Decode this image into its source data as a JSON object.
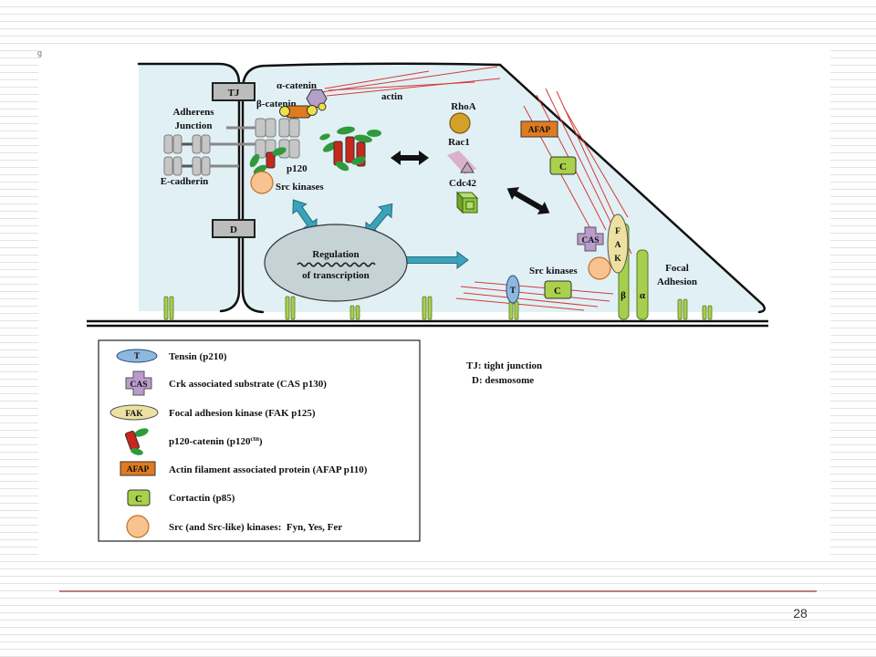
{
  "slide": {
    "corner_fragment": "g",
    "page_number": "28",
    "colors": {
      "footer_rule": "#a63434"
    }
  },
  "diagram": {
    "junctions": {
      "tight_junction": "TJ",
      "desmosome": "D",
      "adherens_junction": [
        "Adherens",
        "Junction"
      ],
      "e_cadherin": "E-cadherin",
      "alpha_catenin": "α-catenin",
      "beta_catenin": "β-catenin",
      "actin": "actin",
      "p120": "p120",
      "src_kinases": "Src kinases"
    },
    "gtpases": {
      "rhoa": "RhoA",
      "rac1": "Rac1",
      "cdc42": "Cdc42"
    },
    "nucleus": [
      "Regulation",
      "of transcription"
    ],
    "focal_adhesion": {
      "afap": "AFAP",
      "cortactin_upper": "C",
      "cas": "CAS",
      "fak_letters": [
        "F",
        "A",
        "K"
      ],
      "src_kinases": "Src kinases",
      "integrin_beta": "β",
      "integrin_alpha": "α",
      "title": [
        "Focal",
        "Adhesion"
      ],
      "tensin": "T",
      "cortactin_lower": "C"
    },
    "colors": {
      "cell_fill": "#e1f0f5",
      "junction_box": "#bcbcbc",
      "cadherin_gray": "#c6c6c6",
      "alpha_catenin_purple": "#b59fc8",
      "beta_catenin_orange": "#e07a1c",
      "catenin_yellow": "#eee046",
      "actin_red": "#d23c36",
      "p120_red": "#c9261c",
      "p120_green": "#2f9a3c",
      "src_peach": "#f8c38e",
      "rhoa_gold": "#d3a12a",
      "rac1_pink": "#dcb1cd",
      "cdc42_green": "#8cc63f",
      "afap_orange": "#e07b20",
      "cortactin_green": "#a9d14a",
      "cas_purple": "#b99bcc",
      "fak_yellow": "#ece1a0",
      "integrin_green": "#a6cf4f",
      "tensin_blue": "#8cb8de",
      "signal_teal": "#3aa3b9",
      "nucleus_gray": "#c6d3d6",
      "arrow_black": "#111111"
    }
  },
  "legend": {
    "items": [
      {
        "icon": "tensin-icon",
        "icon_text": "T",
        "text": "Tensin (p210)"
      },
      {
        "icon": "cas-icon",
        "icon_text": "CAS",
        "text": "Crk associated substrate (CAS p130)"
      },
      {
        "icon": "fak-icon",
        "icon_text": "FAK",
        "text": "Focal adhesion kinase (FAK p125)"
      },
      {
        "icon": "p120-catenin-icon",
        "text": "p120-catenin (p120",
        "superscript": "ctn",
        "text_end": ")"
      },
      {
        "icon": "afap-icon",
        "icon_text": "AFAP",
        "text": "Actin filament associated protein (AFAP p110)"
      },
      {
        "icon": "cortactin-icon",
        "icon_text": "C",
        "text": "Cortactin (p85)"
      },
      {
        "icon": "src-kinase-icon",
        "text": "Src (and Src-like) kinases:  Fyn, Yes, Fer"
      }
    ]
  },
  "abbreviations": [
    "TJ: tight junction",
    "D: desmosome"
  ]
}
